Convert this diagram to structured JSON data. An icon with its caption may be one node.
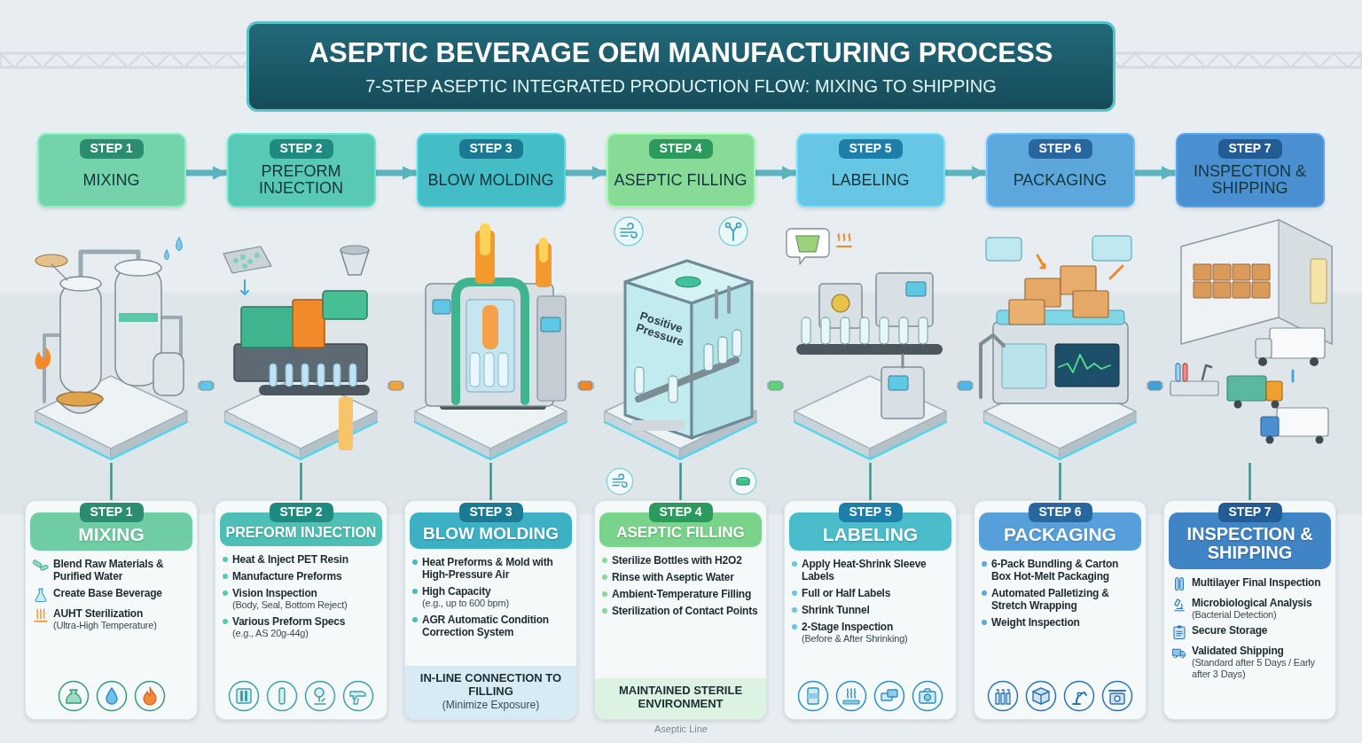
{
  "diagram": {
    "title": "ASEPTIC BEVERAGE OEM MANUFACTURING PROCESS",
    "caption": "Aseptic Line",
    "nodes": [
      {
        "text": [
          "STEP 1",
          "MIXING"
        ]
      },
      {
        "text": [
          "STEP 2",
          "PREFORM INJECTION"
        ]
      },
      {
        "text": [
          "STEP 3",
          "BLOW MOLDING"
        ]
      },
      {
        "text": [
          "STEP 4",
          "ASEPTIC FILLING"
        ]
      },
      {
        "text": [
          "STEP 5",
          "LABELING"
        ]
      },
      {
        "text": [
          "STEP 6",
          "PACKAGING"
        ]
      },
      {
        "text": [
          "STEP 7",
          "INSPECTION & SHIPPING"
        ]
      },
      {
        "text": [],
        "shape": "picture"
      },
      {
        "text": [],
        "shape": "picture"
      },
      {
        "text": [],
        "shape": "picture"
      },
      {
        "text": [
          "Positive Pressure"
        ]
      },
      {
        "text": [],
        "shape": "picture"
      },
      {
        "text": [],
        "shape": "picture"
      },
      {
        "text": [],
        "shape": "picture"
      },
      {
        "text": [
          "STEP 1",
          "MIXING",
          "Blend Raw Materials & Purified Water",
          "Create Base Beverage",
          "AUHT Sterilization",
          "(Ultra-High Temperature)"
        ]
      },
      {
        "text": [
          "STEP 2",
          "PREFORM INJECTION",
          "Heat & Inject PET Resin",
          "Manufacture Preforms",
          "Vision Inspection",
          "(Body, Seal, Bottom Reject)",
          "Various Preform Specs",
          "(e.g., AS 20g-44g)"
        ]
      },
      {
        "text": [
          "STEP 3",
          "BLOW MOLDING",
          "Heat Preforms & Mold with High-Pressure Air",
          "High Capacity",
          "(e.g., up to 600 bpm)",
          "AGR Automatic Condition Correction System",
          "IN-LINE CONNECTION TO FILLING",
          "(Minimize Exposure)"
        ]
      },
      {
        "text": [
          "STEP 4",
          "ASEPTIC FILLING",
          "Sterilize Bottles with H2O2",
          "Rinse with Aseptic Water",
          "Ambient-Temperature Filling",
          "Sterilization of Contact Points",
          "MAINTAINED STERILE ENVIRONMENT"
        ]
      },
      {
        "text": [
          "STEP 5",
          "LABELING",
          "Apply Heat-Shrink Sleeve Labels",
          "Full or Half Labels",
          "Shrink Tunnel",
          "2-Stage Inspection",
          "(Before & After Shrinking)"
        ]
      },
      {
        "text": [
          "STEP 6",
          "PACKAGING",
          "6-Pack Bundling & Carton Box Hot-Melt Packaging",
          "Automated Palletizing & Stretch Wrapping",
          "Weight Inspection"
        ]
      },
      {
        "text": [
          "STEP 7",
          "INSPECTION & SHIPPING",
          "Multilayer Final Inspection",
          "Microbiological Analysis",
          "(Bacterial Detection)",
          "Secure Storage",
          "Validated Shipping",
          "(Standard after 5 Days / Early after 3 Days)"
        ]
      }
    ],
    "edges": [
      {
        "from": 0,
        "to": 1,
        "arrow": "to",
        "color": "#5ab3bd"
      },
      {
        "from": 1,
        "to": 2,
        "arrow": "to",
        "color": "#5ab3bd"
      },
      {
        "from": 2,
        "to": 3,
        "arrow": "to",
        "color": "#5ab3bd"
      },
      {
        "from": 3,
        "to": 4,
        "arrow": "to",
        "color": "#5ab3bd"
      },
      {
        "from": 4,
        "to": 5,
        "arrow": "to",
        "color": "#5ab3bd"
      },
      {
        "from": 5,
        "to": 6,
        "arrow": "to",
        "color": "#5ab3bd"
      },
      {
        "from": 7,
        "to": 8,
        "arrow": "none",
        "color": "#a8b6be"
      },
      {
        "from": 8,
        "to": 9,
        "arrow": "none",
        "color": "#a8b6be"
      },
      {
        "from": 9,
        "to": 10,
        "arrow": "none",
        "color": "#a8b6be"
      },
      {
        "from": 10,
        "to": 11,
        "arrow": "none",
        "color": "#a8b6be"
      },
      {
        "from": 11,
        "to": 12,
        "arrow": "none",
        "color": "#a8b6be"
      },
      {
        "from": 12,
        "to": 13,
        "arrow": "none",
        "color": "#a8b6be"
      },
      {
        "from": 7,
        "to": 14,
        "arrow": "none"
      },
      {
        "from": 8,
        "to": 15,
        "arrow": "none"
      },
      {
        "from": 9,
        "to": 16,
        "arrow": "none"
      },
      {
        "from": 10,
        "to": 17,
        "arrow": "none"
      },
      {
        "from": 11,
        "to": 18,
        "arrow": "none"
      },
      {
        "from": 12,
        "to": 19,
        "arrow": "none"
      },
      {
        "from": 13,
        "to": 20,
        "arrow": "none"
      }
    ],
    "labels": [
      "7-STEP ASEPTIC INTEGRATED PRODUCTION FLOW: MIXING TO SHIPPING"
    ]
  }
}
